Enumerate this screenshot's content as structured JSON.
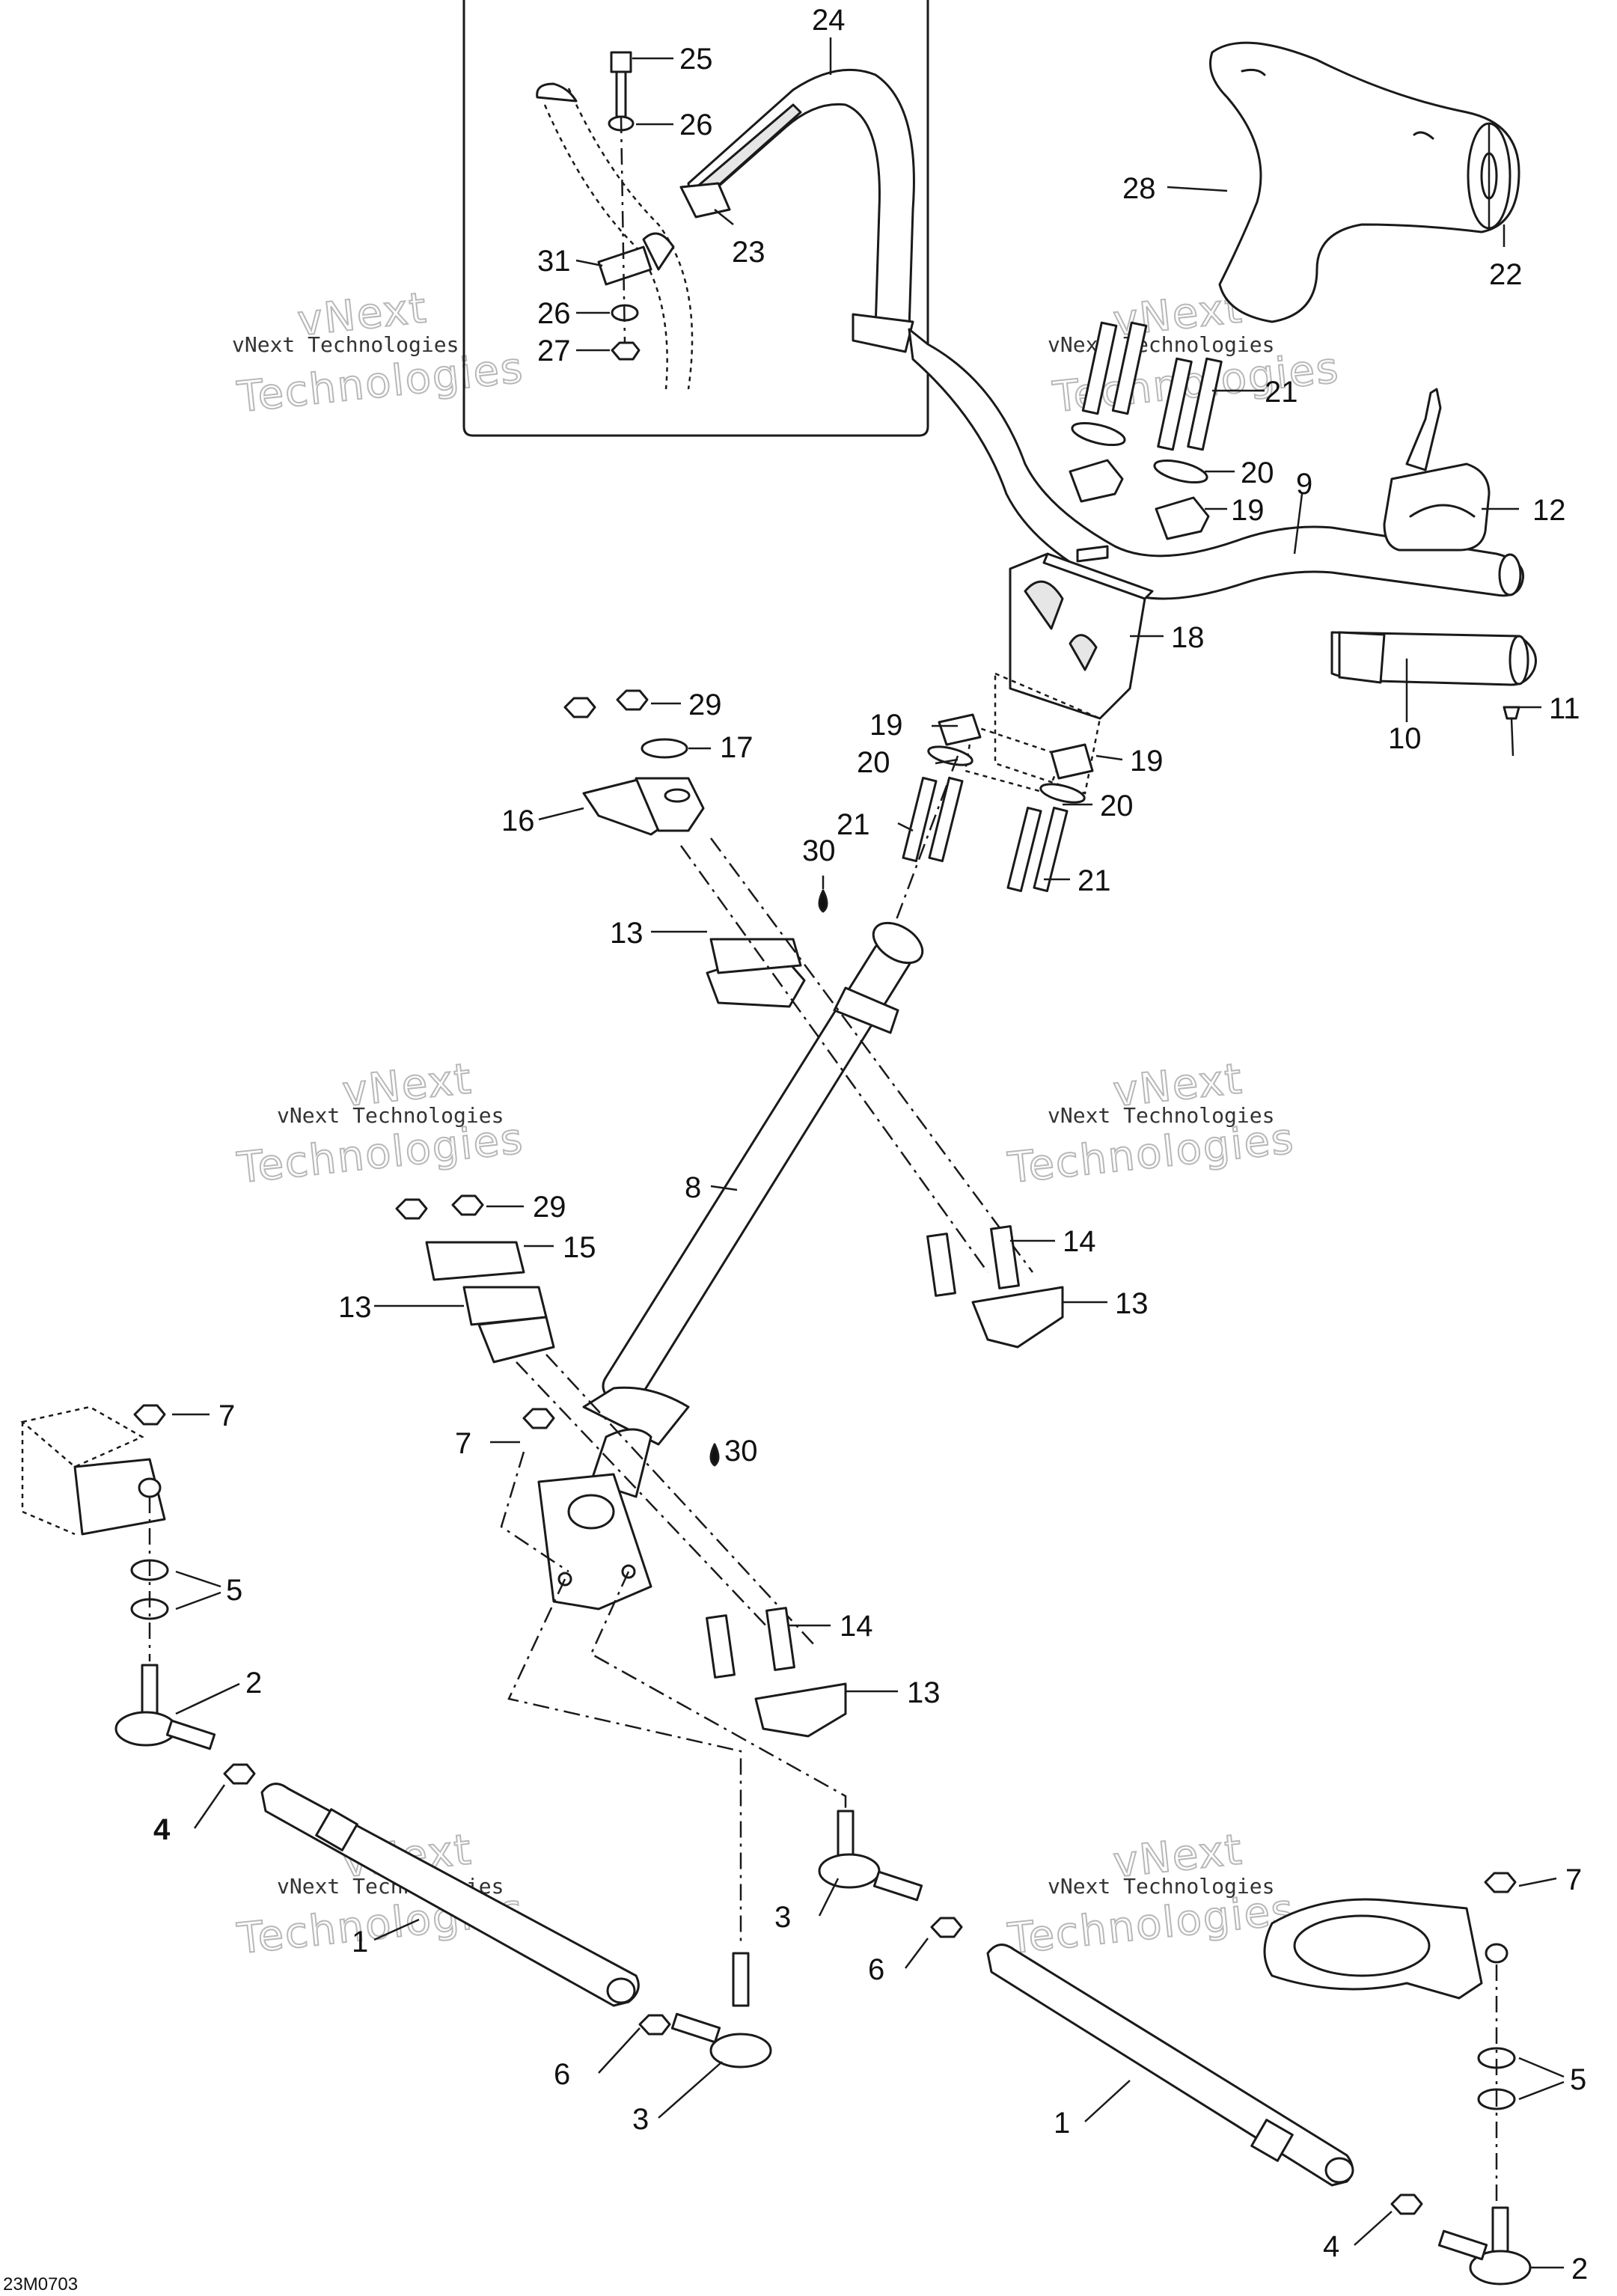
{
  "callouts": [
    {
      "id": "c25",
      "text": "25"
    },
    {
      "id": "c26a",
      "text": "26"
    },
    {
      "id": "c31",
      "text": "31"
    },
    {
      "id": "c26b",
      "text": "26"
    },
    {
      "id": "c27",
      "text": "27"
    },
    {
      "id": "c24",
      "text": "24"
    },
    {
      "id": "c23",
      "text": "23"
    },
    {
      "id": "c28",
      "text": "28"
    },
    {
      "id": "c22",
      "text": "22"
    },
    {
      "id": "c21a",
      "text": "21"
    },
    {
      "id": "c20a",
      "text": "20"
    },
    {
      "id": "c9",
      "text": "9"
    },
    {
      "id": "c19a",
      "text": "19"
    },
    {
      "id": "c12",
      "text": "12"
    },
    {
      "id": "c18",
      "text": "18"
    },
    {
      "id": "c29a",
      "text": "29"
    },
    {
      "id": "c17",
      "text": "17"
    },
    {
      "id": "c19b",
      "text": "19"
    },
    {
      "id": "c20b",
      "text": "20"
    },
    {
      "id": "c19c",
      "text": "19"
    },
    {
      "id": "c10",
      "text": "10"
    },
    {
      "id": "c11",
      "text": "11"
    },
    {
      "id": "c16",
      "text": "16"
    },
    {
      "id": "c21b",
      "text": "21"
    },
    {
      "id": "c20c",
      "text": "20"
    },
    {
      "id": "c30a",
      "text": "30"
    },
    {
      "id": "c21c",
      "text": "21"
    },
    {
      "id": "c13a",
      "text": "13"
    },
    {
      "id": "c8",
      "text": "8"
    },
    {
      "id": "c29b",
      "text": "29"
    },
    {
      "id": "c15",
      "text": "15"
    },
    {
      "id": "c14a",
      "text": "14"
    },
    {
      "id": "c13b",
      "text": "13"
    },
    {
      "id": "c13c",
      "text": "13"
    },
    {
      "id": "c7a",
      "text": "7"
    },
    {
      "id": "c7b",
      "text": "7"
    },
    {
      "id": "c30b",
      "text": "30"
    },
    {
      "id": "c5a",
      "text": "5"
    },
    {
      "id": "c14b",
      "text": "14"
    },
    {
      "id": "c2a",
      "text": "2"
    },
    {
      "id": "c13d",
      "text": "13"
    },
    {
      "id": "c4a",
      "text": "4"
    },
    {
      "id": "c3a",
      "text": "3"
    },
    {
      "id": "c1a",
      "text": "1"
    },
    {
      "id": "c6a",
      "text": "6"
    },
    {
      "id": "c7c",
      "text": "7"
    },
    {
      "id": "c6b",
      "text": "6"
    },
    {
      "id": "c3b",
      "text": "3"
    },
    {
      "id": "c1b",
      "text": "1"
    },
    {
      "id": "c5b",
      "text": "5"
    },
    {
      "id": "c4b",
      "text": "4"
    },
    {
      "id": "c2b",
      "text": "2"
    }
  ],
  "watermark": {
    "line1": "vNext Technologies",
    "line2": "vNext",
    "line3": "Technologies"
  },
  "drawing_code": "23M0703"
}
